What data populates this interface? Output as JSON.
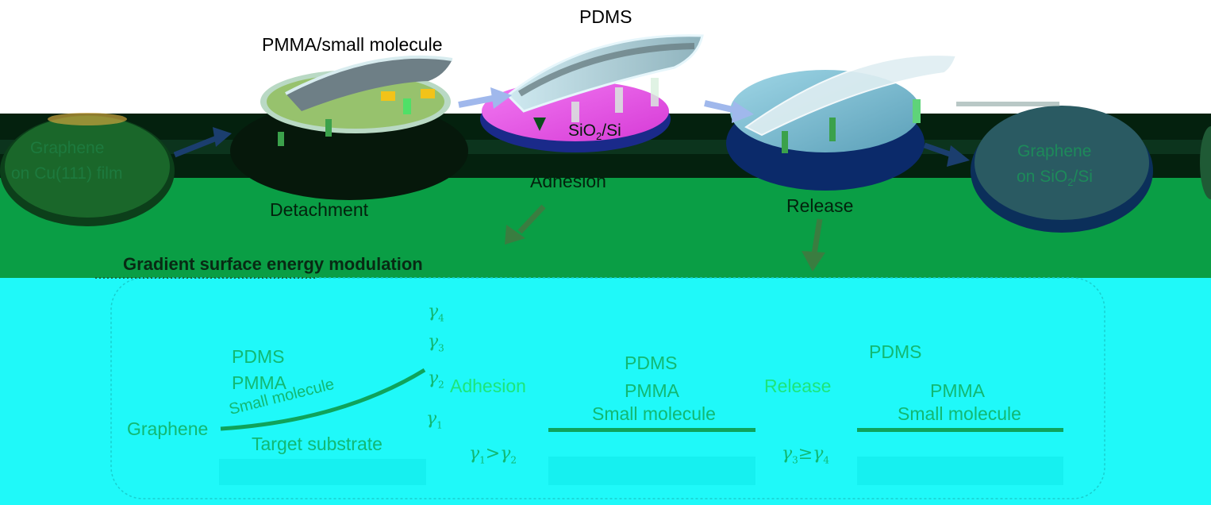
{
  "figure": {
    "top_labels": {
      "graphene_cu_line1": "Graphene",
      "graphene_cu_line2": "on Cu(111) film",
      "pmma_small_molecule": "PMMA/small molecule",
      "detachment": "Detachment",
      "pdms": "PDMS",
      "sio2si": "SiO",
      "sio2si_sub": "2",
      "sio2si_tail": "/Si",
      "adhesion": "Adhesion",
      "release": "Release",
      "graphene_sio2_line1": "Graphene",
      "graphene_sio2_line2_a": "on SiO",
      "graphene_sio2_line2_sub": "2",
      "graphene_sio2_line2_b": "/Si"
    },
    "section_title": "Gradient surface energy modulation",
    "panel1": {
      "pdms": "PDMS",
      "pmma": "PMMA",
      "small_molecule": "Small molecule",
      "graphene": "Graphene",
      "target_substrate": "Target substrate",
      "gammas": [
        {
          "sym": "γ",
          "sub": "4"
        },
        {
          "sym": "γ",
          "sub": "3"
        },
        {
          "sym": "γ",
          "sub": "2"
        },
        {
          "sym": "γ",
          "sub": "1"
        }
      ]
    },
    "adhesion_arrow": "Adhesion",
    "adhesion_condition": {
      "a": "γ",
      "a_sub": "1",
      "op": ">",
      "b": "γ",
      "b_sub": "2"
    },
    "panel2": {
      "pdms": "PDMS",
      "pmma": "PMMA",
      "small_molecule": "Small molecule"
    },
    "release_arrow": "Release",
    "release_condition": {
      "a": "γ",
      "a_sub": "3",
      "op": "≥",
      "b": "γ",
      "b_sub": "4"
    },
    "panel3": {
      "pdms": "PDMS",
      "pmma": "PMMA",
      "small_molecule": "Small molecule"
    },
    "colors": {
      "green_band": "#0a9e45",
      "cyan": "#1ff9f9",
      "label_green": "#12b872",
      "substrate": "#16f0f0",
      "arrow_navy": "#1b3e6e"
    }
  }
}
